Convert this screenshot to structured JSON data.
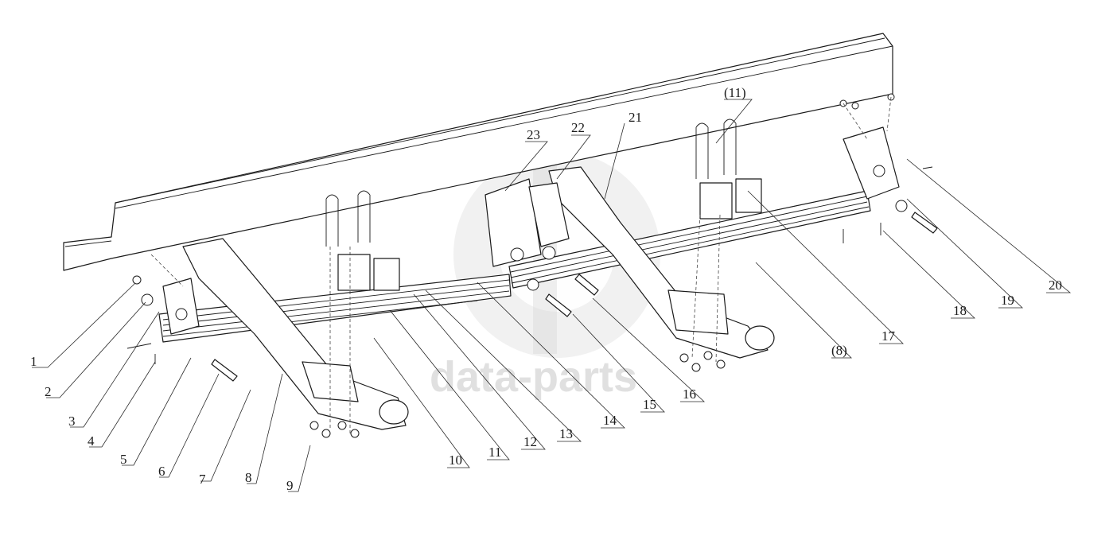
{
  "watermark": {
    "text": "data-parts",
    "color": "#c8c8c8"
  },
  "callouts": [
    {
      "label": "1"
    },
    {
      "label": "2"
    },
    {
      "label": "3"
    },
    {
      "label": "4"
    },
    {
      "label": "5"
    },
    {
      "label": "6"
    },
    {
      "label": "7"
    },
    {
      "label": "8"
    },
    {
      "label": "9"
    },
    {
      "label": "10"
    },
    {
      "label": "11"
    },
    {
      "label": "12"
    },
    {
      "label": "13"
    },
    {
      "label": "14"
    },
    {
      "label": "15"
    },
    {
      "label": "16"
    },
    {
      "label": "17"
    },
    {
      "label": "18"
    },
    {
      "label": "19"
    },
    {
      "label": "20"
    },
    {
      "label": "21"
    },
    {
      "label": "22"
    },
    {
      "label": "23"
    },
    {
      "label": "(11)"
    },
    {
      "label": "(8)"
    }
  ]
}
